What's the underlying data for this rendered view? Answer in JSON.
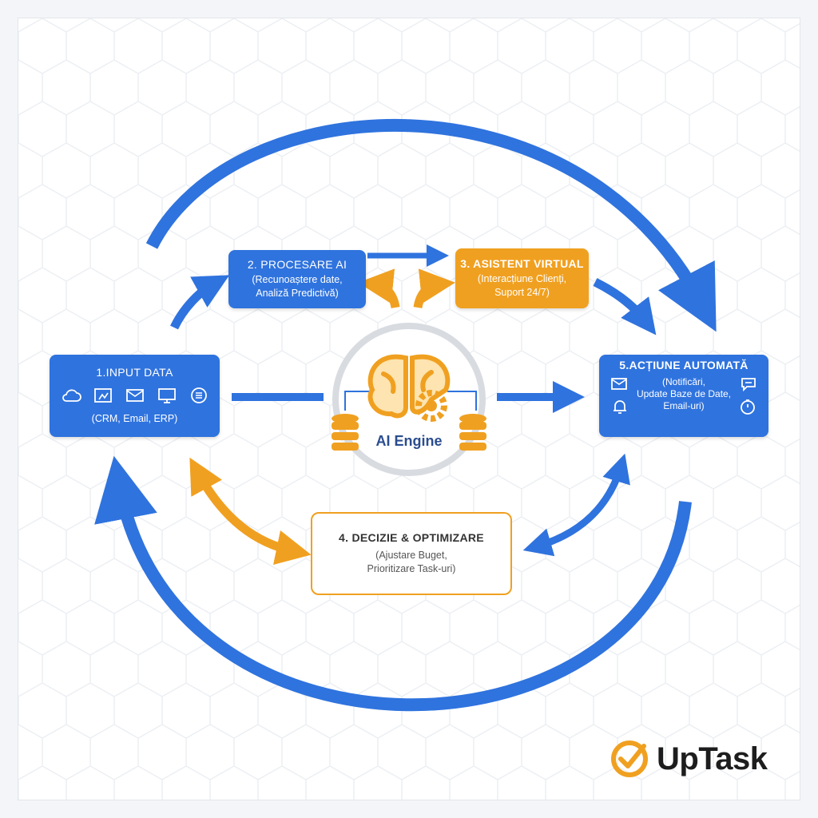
{
  "colors": {
    "primary_blue": "#2f73de",
    "accent_orange": "#f0a020",
    "text_dark": "#333333",
    "engine_text": "#2a4d8f"
  },
  "nodes": {
    "input": {
      "title": "1.INPUT DATA",
      "subtitle": "(CRM, Email, ERP)",
      "icons": [
        "cloud-icon",
        "dashboard-icon",
        "email-icon",
        "monitor-icon",
        "database-icon"
      ]
    },
    "processing": {
      "title": "2. PROCESARE AI",
      "line1": "(Recunoaștere date,",
      "line2": "Analiză Predictivă)"
    },
    "assistant": {
      "title": "3. ASISTENT VIRTUAL",
      "line1": "(Interacțiune Clienți,",
      "line2": "Suport 24/7)"
    },
    "decision": {
      "title": "4. DECIZIE & OPTIMIZARE",
      "line1": "(Ajustare Buget,",
      "line2": "Prioritizare Task-uri)"
    },
    "action": {
      "title": "5.ACȚIUNE AUTOMATĂ",
      "line1": "(Notificări,",
      "line2": "Update Baze de Date,",
      "line3": "Email-uri)",
      "icons": [
        "email-icon",
        "bell-icon",
        "chat-icon",
        "timer-icon"
      ]
    }
  },
  "engine": {
    "label": "AI Engine",
    "icons": [
      "brain-icon",
      "gear-icon",
      "database-icon"
    ]
  },
  "brand": {
    "name": "UpTask",
    "icon": "check-circle-icon"
  }
}
